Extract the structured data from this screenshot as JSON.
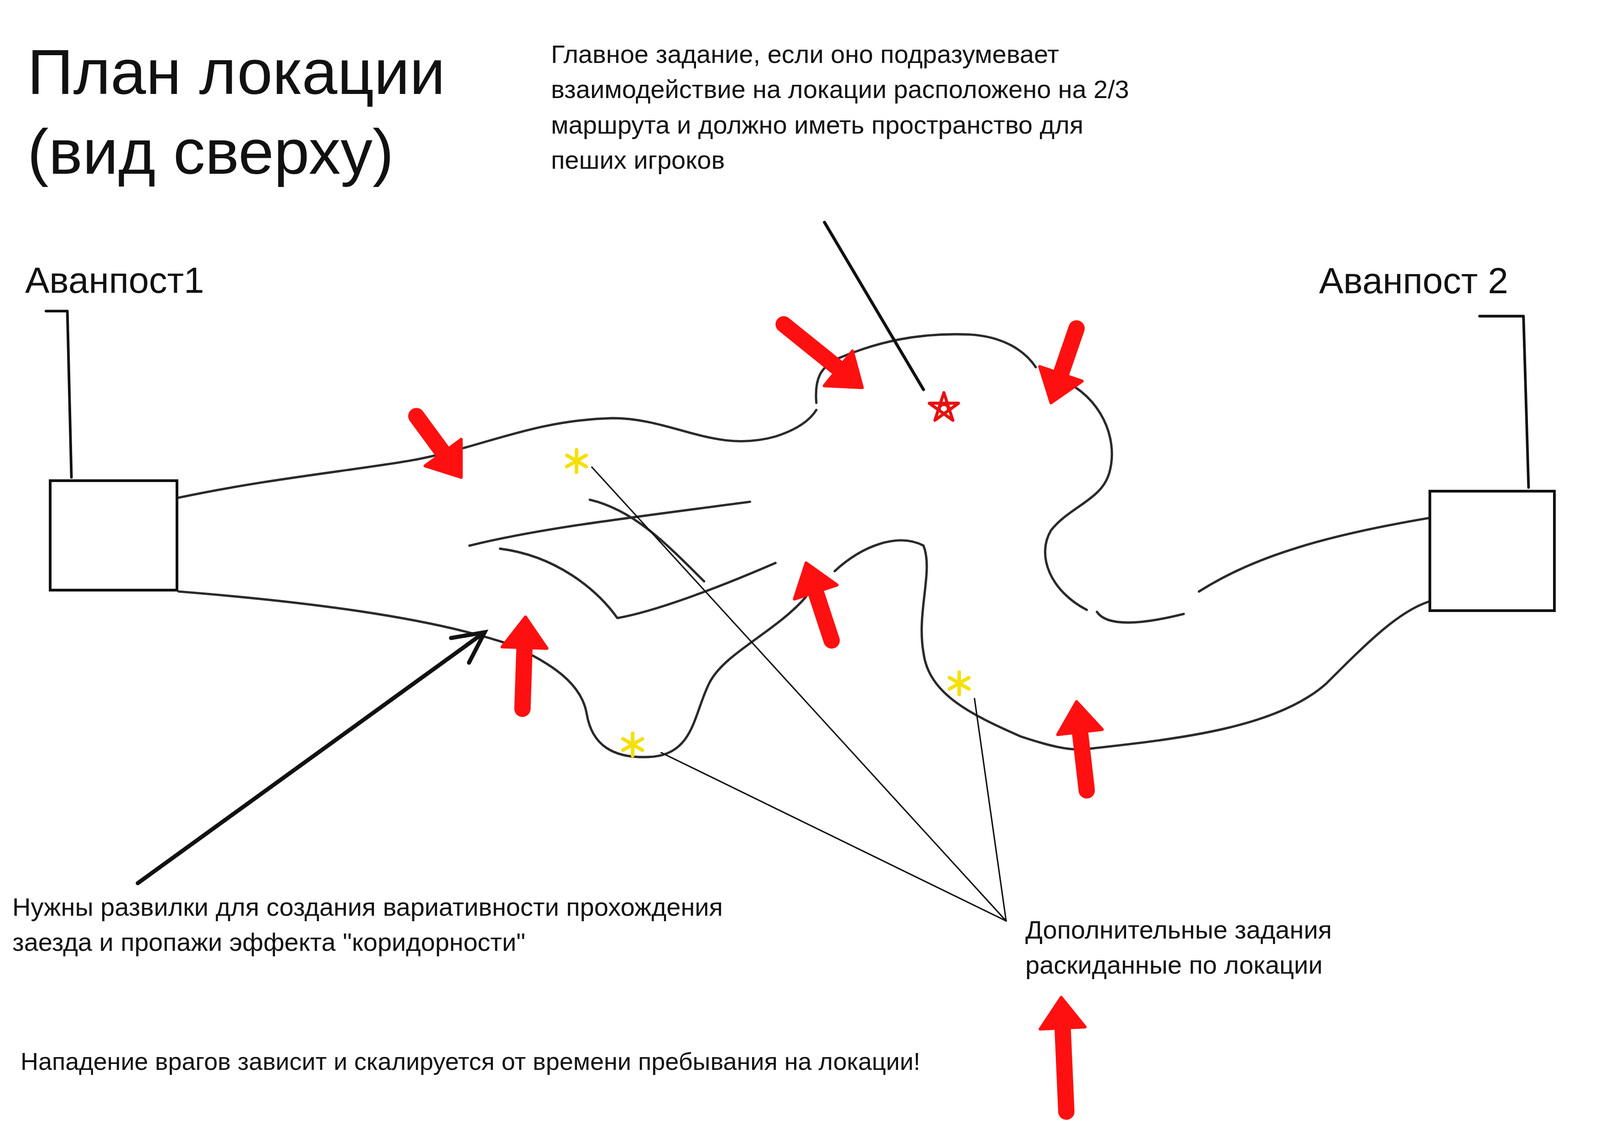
{
  "diagram": {
    "title": "План локации (вид сверху)",
    "nodes": [
      {
        "text": [
          "Аванпост1"
        ]
      },
      {
        "text": [
          "Аванпост 2"
        ]
      }
    ],
    "labels": [
      "Главное задание, если оно подразумевает взаимодействие на локации расположено на 2/3 маршрута и должно иметь пространство для пеших игроков",
      "Нужны развилки для создания вариативности прохождения заезда и пропажи эффекта \"коридорности\"",
      "Дополнительные задания раскиданные по локации"
    ],
    "legend": [
      {
        "text": "Нападение врагов зависит и скалируется от времени пребывания на локации!"
      }
    ]
  }
}
